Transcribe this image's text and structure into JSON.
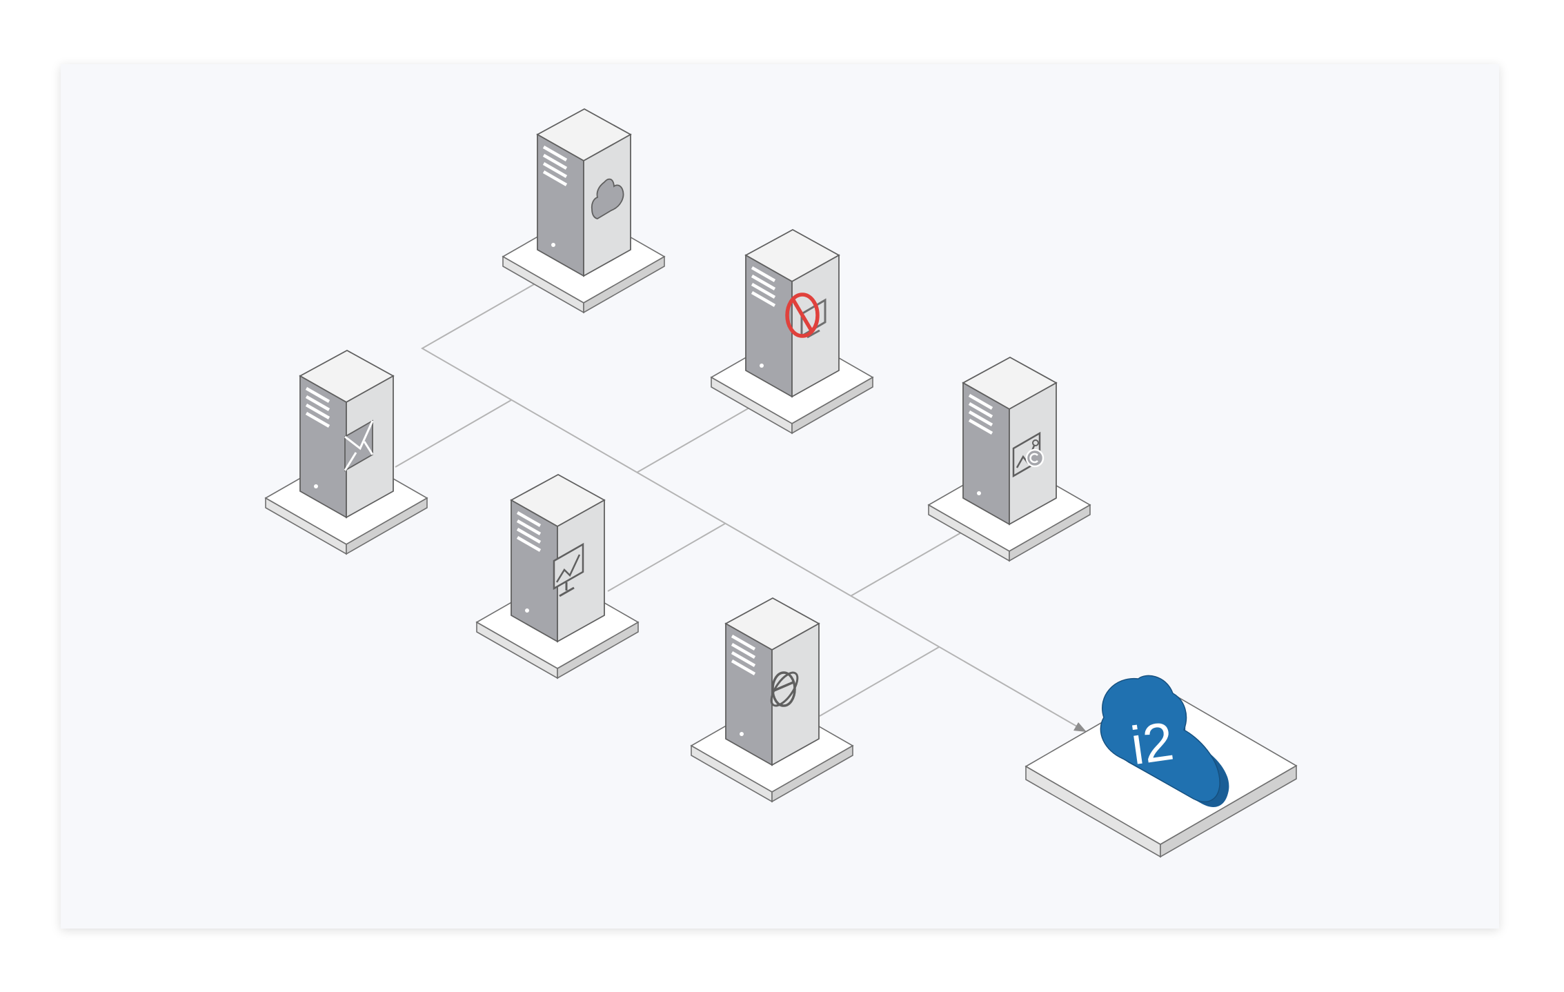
{
  "diagram": {
    "target": {
      "label": "i2",
      "icon": "cloud-icon",
      "color": "#2071b0"
    },
    "servers": [
      {
        "id": "cloud-server",
        "icon": "cloud-icon"
      },
      {
        "id": "blocked-server",
        "icon": "blocked-monitor-icon",
        "icon_color": "#e0413c"
      },
      {
        "id": "mail-server",
        "icon": "mail-icon"
      },
      {
        "id": "analytics-server",
        "icon": "image-chart-icon"
      },
      {
        "id": "monitor-server",
        "icon": "monitor-chart-icon"
      },
      {
        "id": "web-server",
        "icon": "browser-e-icon"
      }
    ],
    "colors": {
      "server_front": "#a5a6ab",
      "server_side": "#dedfe0",
      "server_top": "#f3f3f3",
      "platform_top": "#ffffff",
      "line": "#b4b4b4"
    }
  }
}
